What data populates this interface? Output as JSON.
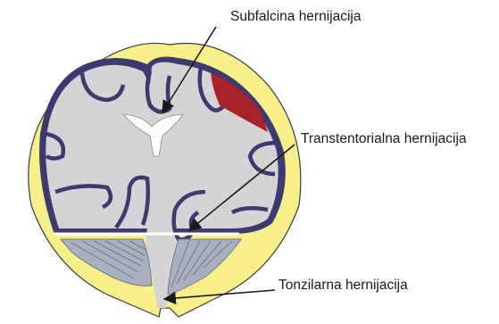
{
  "labels": {
    "subfalcine": "Subfalcina hernijacija",
    "transtentorial": "Transtentorialna hernijacija",
    "tonsillar": "Tonzilarna hernijacija"
  },
  "colors": {
    "skull": "#f7ef8a",
    "skull_outline": "#3a3a3a",
    "brain_fill": "#d4d3d6",
    "brain_outline": "#3c3a6e",
    "hematoma": "#a8222a",
    "cerebellum": "#a9b1c1",
    "ventricle": "#ffffff",
    "arrow": "#1a1a1a"
  }
}
